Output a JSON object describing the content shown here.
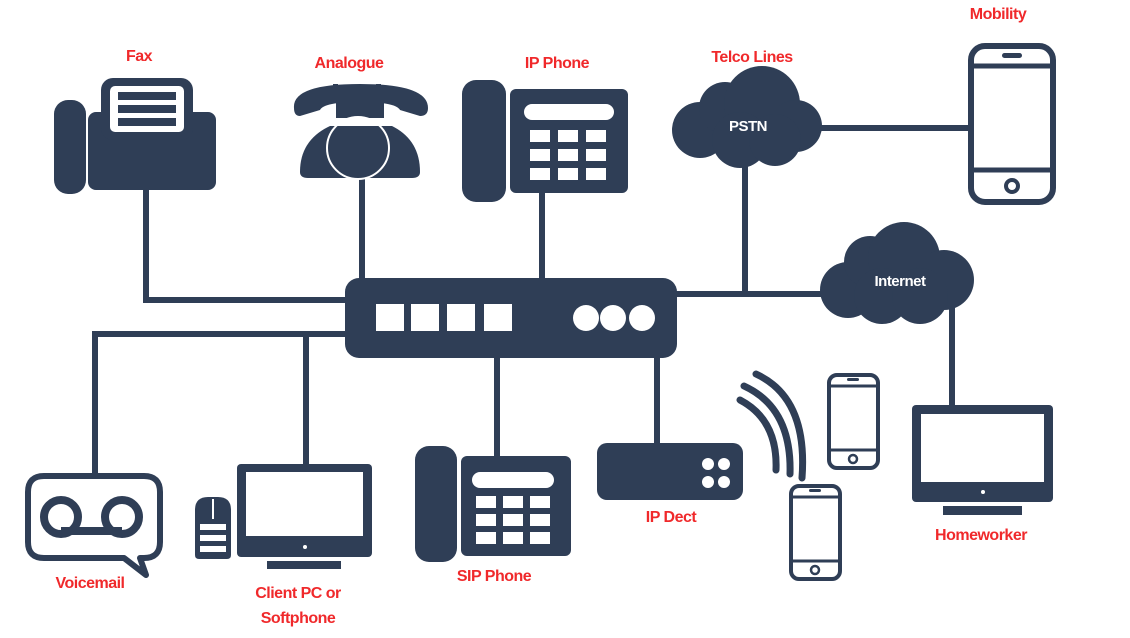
{
  "diagram": {
    "type": "telephony-network",
    "hub": "pbx-router",
    "colors": {
      "icon": "#2f3e56",
      "label": "#f0292b",
      "inner_text": "#ffffff"
    },
    "labels": {
      "fax": "Fax",
      "analogue": "Analogue",
      "ip_phone": "IP Phone",
      "telco_lines": "Telco Lines",
      "pstn": "PSTN",
      "mobility": "Mobility",
      "internet": "Internet",
      "voicemail": "Voicemail",
      "client_pc_line1": "Client PC or",
      "client_pc_line2": "Softphone",
      "sip_phone": "SIP Phone",
      "ip_dect": "IP Dect",
      "homeworker": "Homeworker"
    },
    "connections": [
      [
        "fax",
        "pbx"
      ],
      [
        "analogue",
        "pbx"
      ],
      [
        "ip_phone",
        "pbx"
      ],
      [
        "pstn",
        "pbx"
      ],
      [
        "pstn",
        "mobility"
      ],
      [
        "internet",
        "pbx"
      ],
      [
        "internet",
        "homeworker"
      ],
      [
        "voicemail",
        "pbx"
      ],
      [
        "client_pc",
        "pbx"
      ],
      [
        "sip_phone",
        "pbx"
      ],
      [
        "ip_dect",
        "pbx"
      ],
      [
        "ip_dect",
        "dect_handsets"
      ]
    ]
  }
}
